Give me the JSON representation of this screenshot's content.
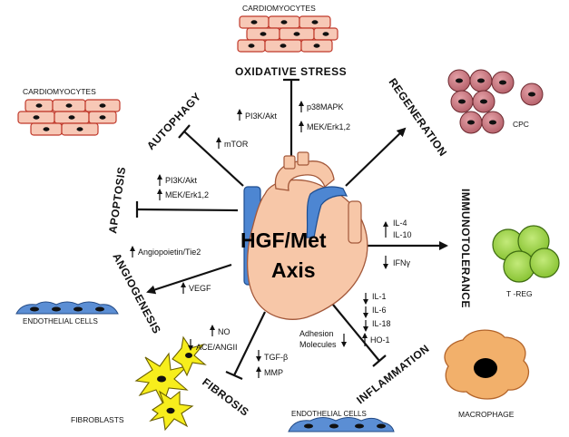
{
  "center": {
    "line1": "HGF/Met",
    "line2": "Axis"
  },
  "processes": {
    "oxidative_stress": "OXIDATIVE STRESS",
    "autophagy": "AUTOPHAGY",
    "regeneration": "REGENERATION",
    "apoptosis": "APOPTOSIS",
    "immunotolerance": "IMMUNOTOLERANCE",
    "angiogenesis": "ANGIOGENESIS",
    "fibrosis": "FIBROSIS",
    "inflammation": "INFLAMMATION"
  },
  "cells": {
    "cardiomyocytes_top": "CARDIOMYOCYTES",
    "cardiomyocytes_left": "CARDIOMYOCYTES",
    "cpc": "CPC",
    "treg": "T -REG",
    "endothelial_left": "ENDOTHELIAL CELLS",
    "endothelial_bottom": "ENDOTHELIAL CELLS",
    "fibroblasts": "FIBROBLASTS",
    "macrophage": "MACROPHAGE"
  },
  "mediators": {
    "pi3k_top": "PI3K/Akt",
    "p38": "p38MAPK",
    "mek_top": "MEK/Erk1,2",
    "mtor": "mTOR",
    "pi3k_apop": "PI3K/Akt",
    "mek_apop": "MEK/Erk1,2",
    "angiopoietin": "Angiopoietin/Tie2",
    "vegf": "VEGF",
    "il4": "IL-4",
    "il10": "IL-10",
    "ifn": "IFNγ",
    "no": "NO",
    "ace": "ACE/ANGII",
    "tgf": "TGF-β",
    "mmp": "MMP",
    "il1": "IL-1",
    "il6": "IL-6",
    "il18": "IL-18",
    "adhesion1": "Adhesion",
    "adhesion2": "Molecules",
    "ho1": "HO-1"
  }
}
